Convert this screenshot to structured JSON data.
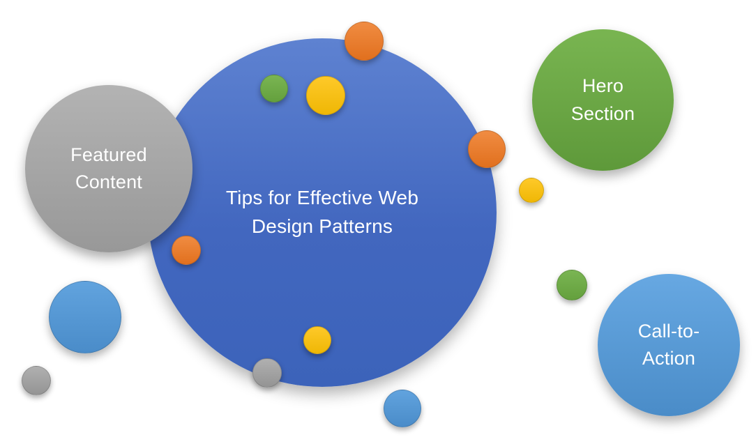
{
  "diagram": {
    "title": "Tips for Effective Web Design Patterns",
    "background_color": "#FFFFFF",
    "text_color": "#FFFFFF",
    "bubbles": {
      "main": {
        "label": "Tips for Effective Web Design Patterns",
        "color": "#4472C4"
      },
      "featured": {
        "label": "Featured Content",
        "color": "#A5A5A5"
      },
      "hero": {
        "label": "Hero Section",
        "color": "#70AD47"
      },
      "cta": {
        "label": "Call-to-Action",
        "color": "#5B9BD5"
      }
    },
    "palette": {
      "blue": "#4472C4",
      "orange": "#ED7D31",
      "gray": "#A5A5A5",
      "yellow": "#FFC000",
      "light_blue": "#5B9BD5",
      "green": "#70AD47"
    },
    "decorative_circle_colors": [
      "orange",
      "green",
      "yellow",
      "orange",
      "yellow",
      "orange",
      "light_blue",
      "gray",
      "yellow",
      "gray",
      "light_blue",
      "green"
    ]
  }
}
